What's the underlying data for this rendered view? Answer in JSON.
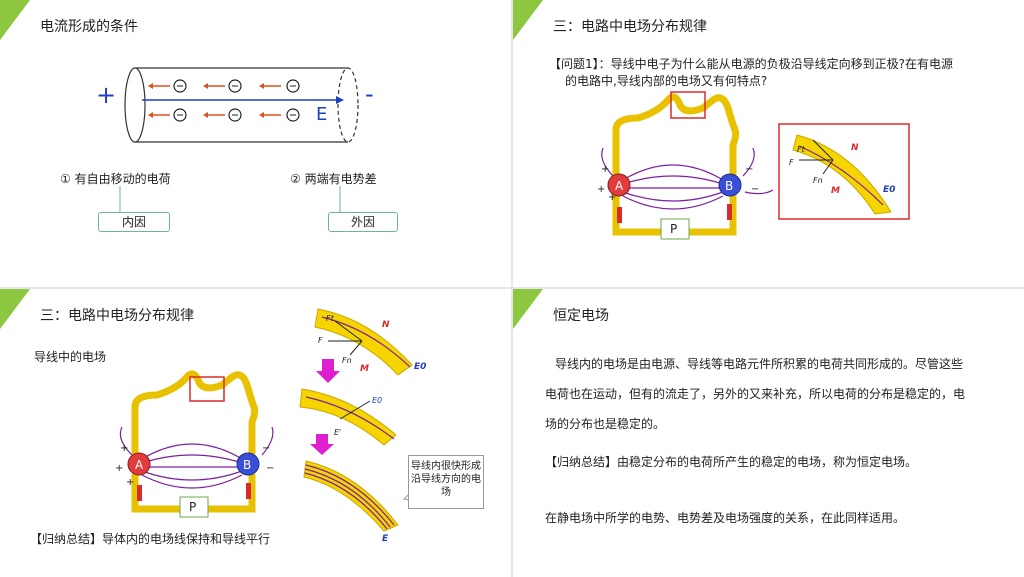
{
  "slide1": {
    "title": "电流形成的条件",
    "plus": "+",
    "minus": "-",
    "field_label": "E",
    "cond1": "① 有自由移动的电荷",
    "cond2": "② 两端有电势差",
    "label1": "内因",
    "label2": "外因"
  },
  "slide2": {
    "title": "三：电路中电场分布规律",
    "question_line1": "【问题1】：导线中电子为什么能从电源的负极沿导线定向移到正极?在有电源",
    "question_line2": "的电路中,导线内部的电场又有何特点?",
    "node_a": "A",
    "node_b": "B",
    "node_p": "P",
    "inset": {
      "f_t": "Ft",
      "f": "F",
      "f_n": "Fn",
      "n": "N",
      "m": "M",
      "e0": "E0"
    }
  },
  "slide3": {
    "title": "三：电路中电场分布规律",
    "subtitle": "导线中的电场",
    "summary": "【归纳总结】导体内的电场线保持和导线平行",
    "node_a": "A",
    "node_b": "B",
    "node_p": "P",
    "callout": "导线内很快形成沿导线方向的电场",
    "labels": {
      "f_t": "Ft",
      "f": "F",
      "f_n": "Fn",
      "n": "N",
      "m": "M",
      "e0": "E0",
      "e_prime": "E'",
      "e": "E"
    }
  },
  "slide4": {
    "title": "恒定电场",
    "para1_line1": "导线内的电场是由电源、导线等电路元件所积累的电荷共同形成的。尽管这些",
    "para1_line2": "电荷也在运动，但有的流走了，另外的又来补充，所以电荷的分布是稳定的，电",
    "para1_line3": "场的分布也是稳定的。",
    "para2": "【归纳总结】由稳定分布的电荷所产生的稳定的电场，称为恒定电场。",
    "para3": "在静电场中所学的电势、电势差及电场强度的关系，在此同样适用。"
  }
}
